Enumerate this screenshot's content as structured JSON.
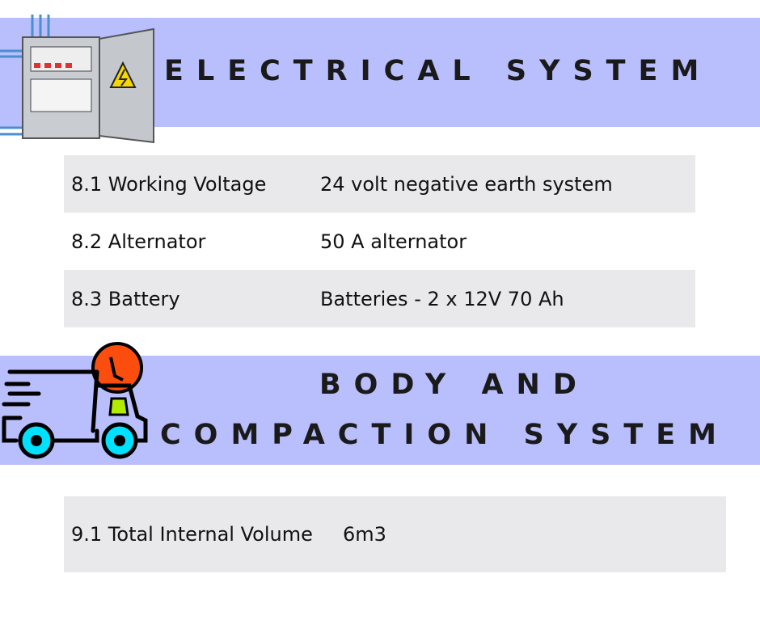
{
  "electrical": {
    "title": "ELECTRICAL SYSTEM",
    "rows": [
      {
        "label": "8.1 Working Voltage",
        "value": "24 volt negative earth system"
      },
      {
        "label": "8.2 Alternator",
        "value": "50 A alternator"
      },
      {
        "label": "8.3 Battery",
        "value": "Batteries - 2 x 12V 70 Ah"
      }
    ]
  },
  "body": {
    "title_line1": "BODY AND",
    "title_line2": "COMPACTION SYSTEM",
    "rows": [
      {
        "label": "9.1 Total Internal Volume",
        "value": "6m3"
      }
    ]
  }
}
